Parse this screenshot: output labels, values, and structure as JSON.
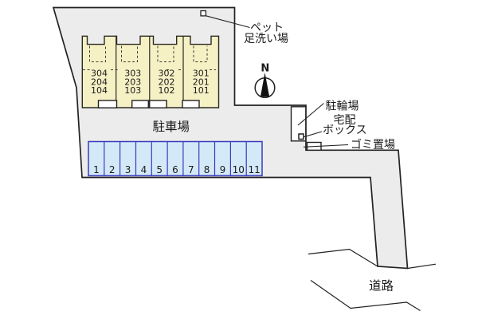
{
  "labels": {
    "pet_area_line1": "ペット",
    "pet_area_line2": "足洗い場",
    "bicycle_parking": "駐輪場",
    "delivery_box_line1": "宅配",
    "delivery_box_line2": "ボックス",
    "garbage_area": "ゴミ置場",
    "car_parking": "駐車場",
    "road": "道路"
  },
  "compass": {
    "north": "N"
  },
  "building": {
    "units": [
      {
        "rooms": [
          "304",
          "204",
          "104"
        ]
      },
      {
        "rooms": [
          "303",
          "203",
          "103"
        ]
      },
      {
        "rooms": [
          "302",
          "202",
          "102"
        ]
      },
      {
        "rooms": [
          "301",
          "201",
          "101"
        ]
      }
    ]
  },
  "parking": {
    "spaces": [
      "1",
      "2",
      "3",
      "4",
      "5",
      "6",
      "7",
      "8",
      "9",
      "10",
      "11"
    ]
  },
  "colors": {
    "site_fill": "#ececec",
    "building_fill": "#f6f0c5",
    "parking_fill": "#d3e9f8",
    "parking_border": "#3a3abc",
    "line": "#222222"
  }
}
